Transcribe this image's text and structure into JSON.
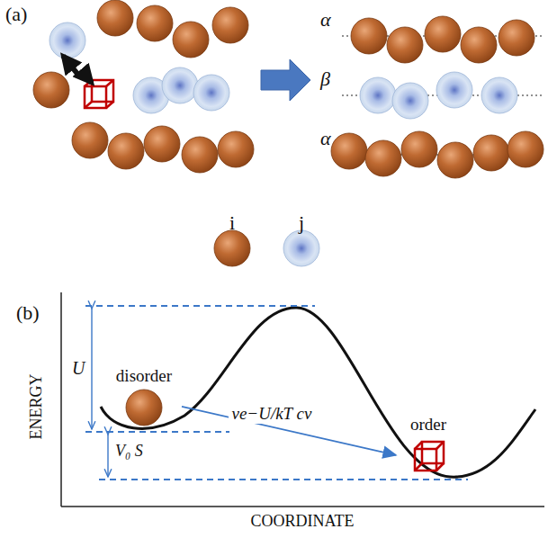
{
  "diagram": {
    "nodes": [
      {
        "text": [
          "disorder"
        ]
      },
      {
        "text": [
          "order"
        ]
      }
    ],
    "edges": [
      {
        "from": 0,
        "to": 1,
        "arrow": "to",
        "label": "νe−U/kT cv"
      }
    ],
    "labels": [
      "(a)",
      "α",
      "β",
      "α",
      "(b)",
      "ENERGY",
      "COORDINATE",
      "U",
      "V₀ S"
    ],
    "legend": [
      {
        "text": "i"
      },
      {
        "text": "j"
      }
    ]
  }
}
